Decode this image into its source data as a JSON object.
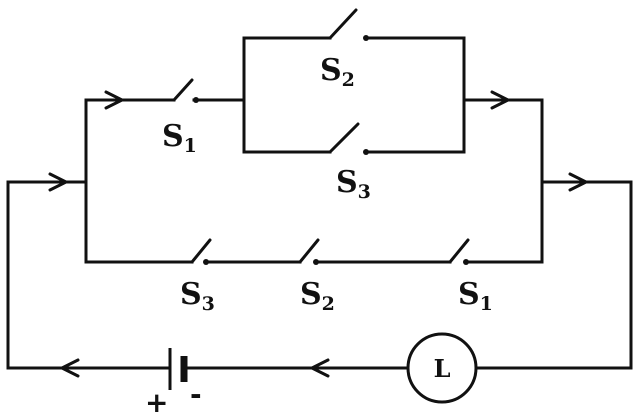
{
  "diagram": {
    "switches": {
      "top_s1": {
        "letter": "S",
        "sub": "1"
      },
      "branch_s2": {
        "letter": "S",
        "sub": "2"
      },
      "branch_s3": {
        "letter": "S",
        "sub": "3"
      },
      "bottom_s3": {
        "letter": "S",
        "sub": "3"
      },
      "bottom_s2": {
        "letter": "S",
        "sub": "2"
      },
      "bottom_s1": {
        "letter": "S",
        "sub": "1"
      }
    },
    "lamp": {
      "label": "L"
    },
    "battery": {
      "positive": "+",
      "negative": "-"
    }
  },
  "colors": {
    "ink": "#111111",
    "background": "#ffffff"
  }
}
